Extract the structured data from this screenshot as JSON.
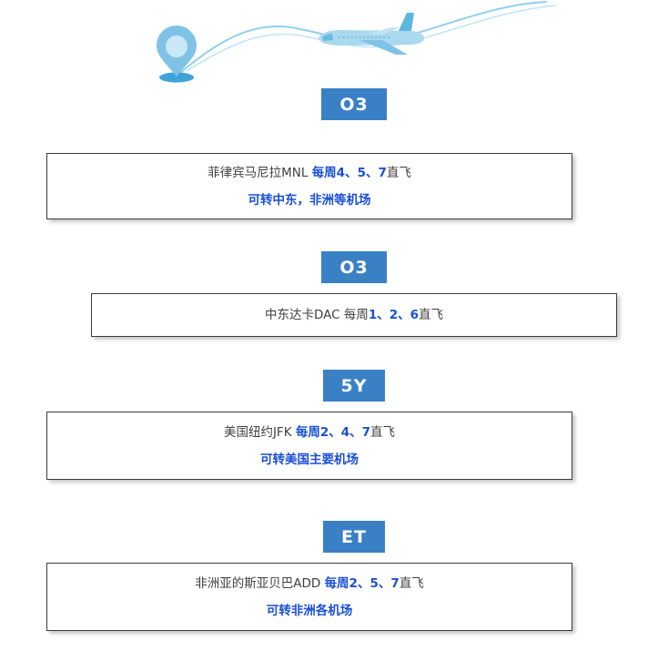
{
  "header": {
    "icons": [
      "location-pin-icon",
      "airplane-icon"
    ],
    "colors": {
      "pin": "#7ec3e6",
      "plane": "#a9d8ef",
      "flight_path": "#8fd0ec"
    }
  },
  "theme": {
    "badge_bg": "#3a80c5",
    "highlight": "#1a4fd6",
    "text": "#3f3f3f"
  },
  "routes": [
    {
      "airline": "O3",
      "dest": "菲律宾马尼拉MNL",
      "freq_prefix": "",
      "freq": "每周4、5、7",
      "freq_suffix": "直飞",
      "note": "可转中东，非洲等机场"
    },
    {
      "airline": "O3",
      "dest": "中东达卡DAC",
      "freq_prefix": "每周",
      "freq": "1、2、6",
      "freq_suffix": "直飞"
    },
    {
      "airline": "5Y",
      "dest": "美国纽约JFK",
      "freq_prefix": "",
      "freq": "每周2、4、7",
      "freq_suffix": "直飞",
      "note": "可转美国主要机场"
    },
    {
      "airline": "ET",
      "dest": "非洲亚的斯亚贝巴ADD",
      "freq_prefix": "",
      "freq": "每周2、5、7",
      "freq_suffix": "直飞",
      "note": "可转非洲各机场"
    }
  ]
}
